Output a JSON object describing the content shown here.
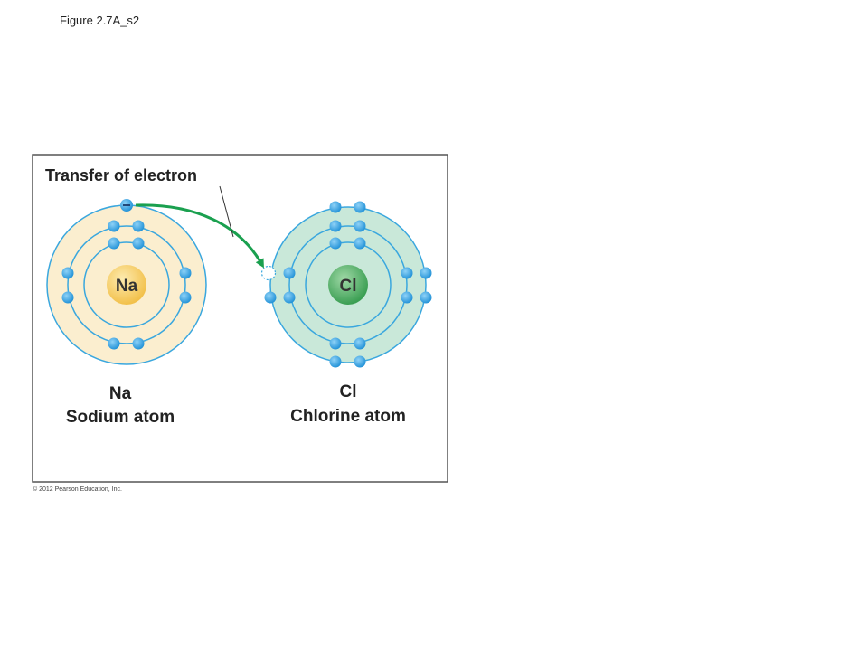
{
  "figure": {
    "caption": "Figure 2.7A_s2",
    "copyright": "© 2012 Pearson Education, Inc."
  },
  "diagram": {
    "transfer_label": "Transfer of electron",
    "sodium": {
      "nucleus_label": "Na",
      "symbol": "Na",
      "name": "Sodium atom",
      "shell_color": "#fbeecf",
      "nucleus_color": "#f7cc55"
    },
    "chlorine": {
      "nucleus_label": "Cl",
      "symbol": "Cl",
      "name": "Chlorine atom",
      "shell_color": "#c9e8d9",
      "nucleus_color": "#58b56c"
    },
    "colors": {
      "orbit": "#3aa7de",
      "electron": "#2f9fe0",
      "arrow": "#1aa04f",
      "frame": "#555555"
    }
  }
}
